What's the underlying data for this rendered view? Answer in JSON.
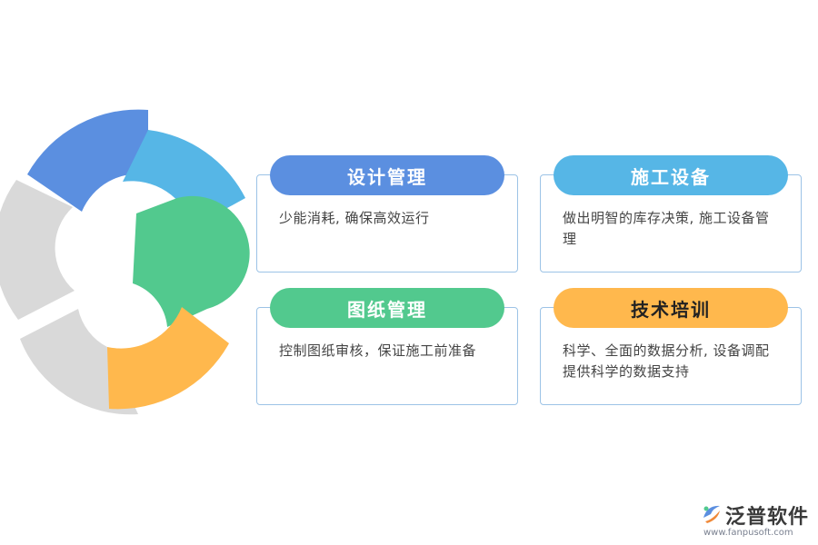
{
  "colors": {
    "blue": "#5b8fe0",
    "sky": "#56b6e6",
    "green": "#52c98e",
    "orange": "#ffb84d",
    "gray": "#d9d9d9",
    "card_border": "#9cc3e6"
  },
  "ring": {
    "segments": [
      {
        "color_key": "blue"
      },
      {
        "color_key": "sky"
      },
      {
        "color_key": "green"
      },
      {
        "color_key": "orange"
      },
      {
        "color_key": "gray"
      },
      {
        "color_key": "gray"
      }
    ]
  },
  "cards": [
    {
      "title": "设计管理",
      "text": "少能消耗, 确保高效运行",
      "color_key": "blue",
      "title_color": "#ffffff"
    },
    {
      "title": "施工设备",
      "text": "做出明智的库存决策, 施工设备管理",
      "color_key": "sky",
      "title_color": "#ffffff"
    },
    {
      "title": "图纸管理",
      "text": "控制图纸审核，保证施工前准备",
      "color_key": "green",
      "title_color": "#ffffff"
    },
    {
      "title": "技术培训",
      "text": "科学、全面的数据分析, 设备调配提供科学的数据支持",
      "color_key": "orange",
      "title_color": "#222222"
    }
  ],
  "logo": {
    "name": "泛普软件",
    "url": "www.fanpusoft.com",
    "icon": "fanpu-logo-icon"
  }
}
